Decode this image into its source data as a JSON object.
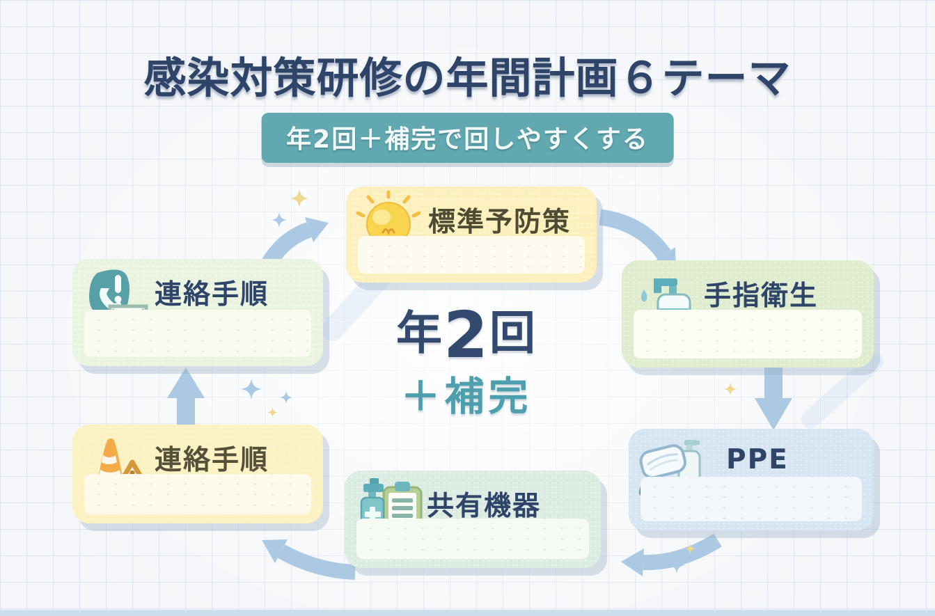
{
  "title": "感染対策研修の年間計画６テーマ",
  "badge": {
    "label": "年2回＋補完で回しやすくする"
  },
  "center": {
    "year": "年",
    "count": "2",
    "times": "回",
    "plus_line": "＋補完"
  },
  "nodes": [
    {
      "label": "標準予防策",
      "icon": "lightbulb-icon",
      "color": "#fbf0bc"
    },
    {
      "label": "手指衛生",
      "icon": "sanitizer-bottle-icon",
      "color": "#dfecce"
    },
    {
      "label": "PPE",
      "icon": "ppe-mask-glove-icon",
      "color": "#d6e5f1"
    },
    {
      "label": "共有機器",
      "icon": "spray-clipboard-icon",
      "color": "#dcece2"
    },
    {
      "label": "連絡手順",
      "icon": "traffic-cone-warning-icon",
      "color": "#fcf1c0"
    },
    {
      "label": "連絡手順",
      "icon": "phone-mail-icon",
      "color": "#eaf3e0"
    }
  ],
  "colors": {
    "background": "#f4f6f9",
    "grid_line": "#cbd6e4",
    "title_text": "#2e4468",
    "badge_bg": "#61a8b0",
    "badge_text": "#f2fafa",
    "center_line1": "#33496d",
    "center_line2": "#4e9fae",
    "arrow": "#abc9e3",
    "sparkle_yellow": "#efd78c",
    "sparkle_blue": "#a9c9e4",
    "bottom_strip": "#cbdfec"
  }
}
